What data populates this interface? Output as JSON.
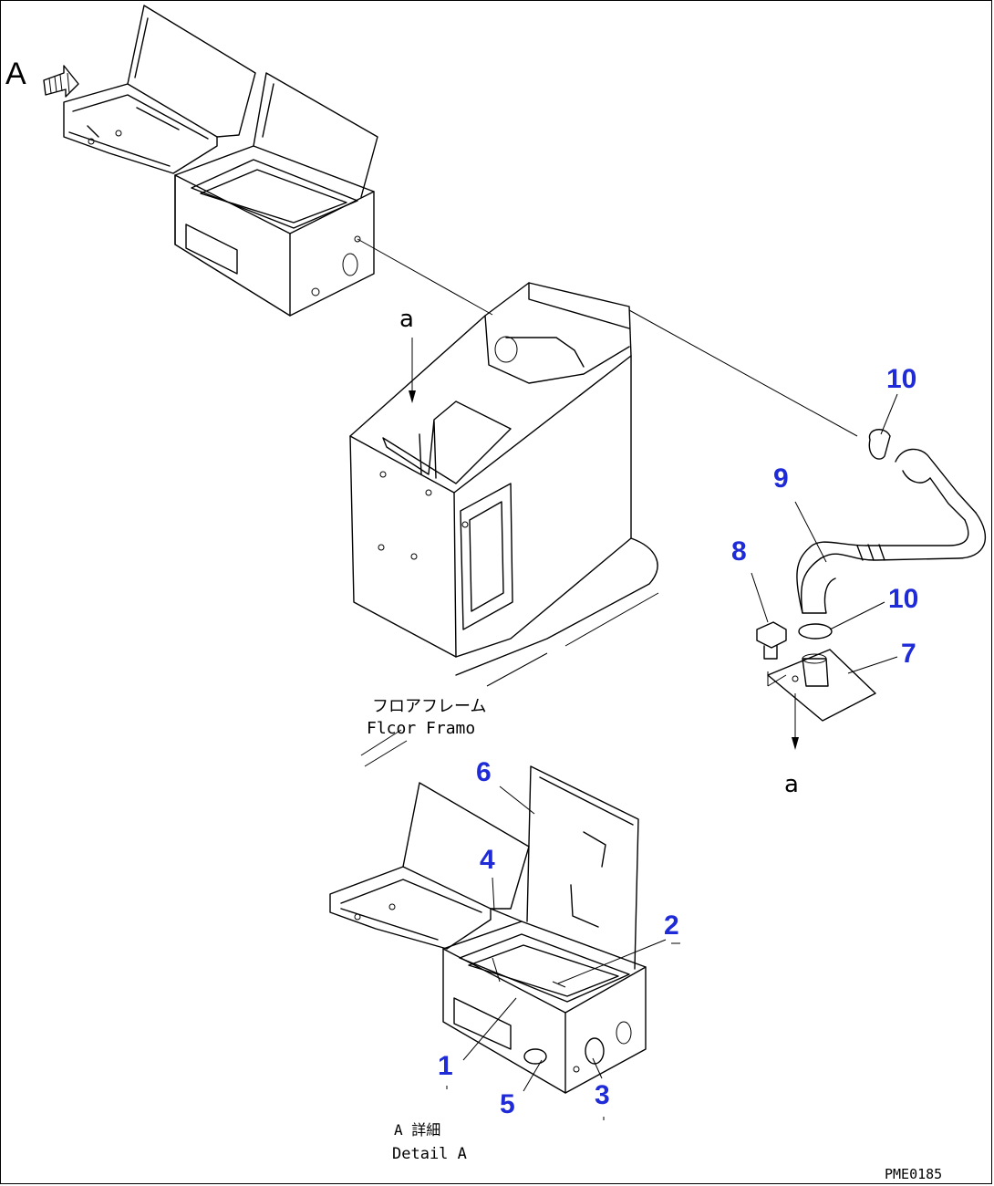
{
  "view_label": "A",
  "arrow_label_top": "a",
  "arrow_label_bottom": "a",
  "floor_frame": {
    "jp": "フロアフレーム",
    "en": "Flcor Framo"
  },
  "detail": {
    "jp": "A 詳細",
    "en": "Detail A"
  },
  "drawing_code": "PME0185",
  "callouts": [
    {
      "id": "c10a",
      "text": "10"
    },
    {
      "id": "c9",
      "text": "9"
    },
    {
      "id": "c8",
      "text": "8"
    },
    {
      "id": "c10b",
      "text": "10"
    },
    {
      "id": "c7",
      "text": "7"
    },
    {
      "id": "c6",
      "text": "6"
    },
    {
      "id": "c4",
      "text": "4"
    },
    {
      "id": "c2",
      "text": "2"
    },
    {
      "id": "c1",
      "text": "1"
    },
    {
      "id": "c5",
      "text": "5"
    },
    {
      "id": "c3",
      "text": "3"
    }
  ],
  "colors": {
    "callout": "#1f2bd6",
    "line": "#000000"
  }
}
